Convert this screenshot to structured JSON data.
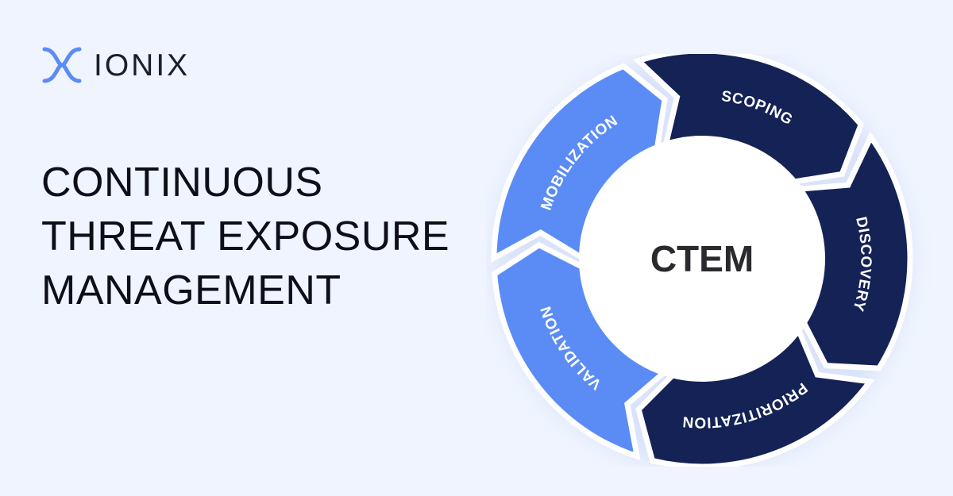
{
  "brand": {
    "name": "IONIX",
    "logo_icon": "ionix-x-logo-icon",
    "accent": "#5b8cf5"
  },
  "headline": {
    "lines": [
      "CONTINUOUS",
      "THREAT EXPOSURE",
      "MANAGEMENT"
    ]
  },
  "diagram": {
    "center": "CTEM",
    "colors": {
      "light": "#5b8cf5",
      "dark": "#142255",
      "center": "#ffffff",
      "text": "#2a2a2e"
    },
    "stages": [
      {
        "label": "SCOPING",
        "tone": "dark"
      },
      {
        "label": "DISCOVERY",
        "tone": "dark"
      },
      {
        "label": "PRIORITIZATION",
        "tone": "dark"
      },
      {
        "label": "VALIDATION",
        "tone": "light"
      },
      {
        "label": "MOBILIZATION",
        "tone": "light"
      }
    ]
  }
}
